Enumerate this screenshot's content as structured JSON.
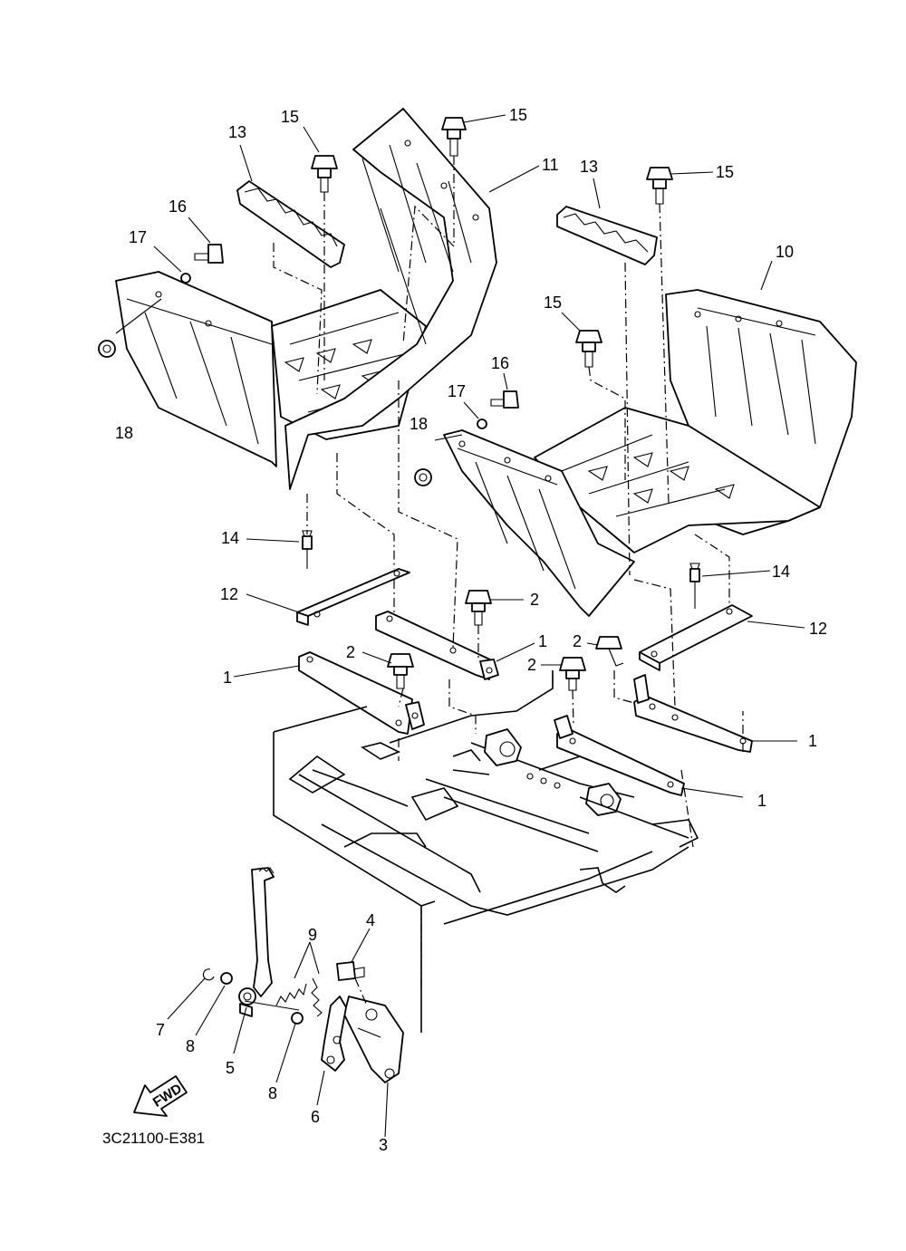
{
  "diagram": {
    "code": "3C21100-E381",
    "fwd_label": "FWD",
    "callouts": [
      {
        "id": "c15a",
        "text": "15"
      },
      {
        "id": "c13a",
        "text": "13"
      },
      {
        "id": "c15b",
        "text": "15"
      },
      {
        "id": "c11",
        "text": "11"
      },
      {
        "id": "c13b",
        "text": "13"
      },
      {
        "id": "c15c",
        "text": "15"
      },
      {
        "id": "c16a",
        "text": "16"
      },
      {
        "id": "c17a",
        "text": "17"
      },
      {
        "id": "c10",
        "text": "10"
      },
      {
        "id": "c18a",
        "text": "18"
      },
      {
        "id": "c15d",
        "text": "15"
      },
      {
        "id": "c16b",
        "text": "16"
      },
      {
        "id": "c17b",
        "text": "17"
      },
      {
        "id": "c18b",
        "text": "18"
      },
      {
        "id": "c14a",
        "text": "14"
      },
      {
        "id": "c14b",
        "text": "14"
      },
      {
        "id": "c12a",
        "text": "12"
      },
      {
        "id": "c2a",
        "text": "2"
      },
      {
        "id": "c12b",
        "text": "12"
      },
      {
        "id": "c1a",
        "text": "1"
      },
      {
        "id": "c2b",
        "text": "2"
      },
      {
        "id": "c2c",
        "text": "2"
      },
      {
        "id": "c2d",
        "text": "2"
      },
      {
        "id": "c1b",
        "text": "1"
      },
      {
        "id": "c1c",
        "text": "1"
      },
      {
        "id": "c1d",
        "text": "1"
      },
      {
        "id": "c9",
        "text": "9"
      },
      {
        "id": "c4",
        "text": "4"
      },
      {
        "id": "c7",
        "text": "7"
      },
      {
        "id": "c8a",
        "text": "8"
      },
      {
        "id": "c5",
        "text": "5"
      },
      {
        "id": "c8b",
        "text": "8"
      },
      {
        "id": "c6",
        "text": "6"
      },
      {
        "id": "c3",
        "text": "3"
      }
    ]
  }
}
